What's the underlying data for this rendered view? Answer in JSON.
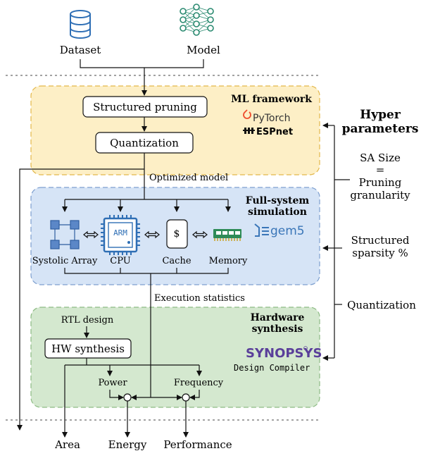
{
  "inputs": {
    "dataset": "Dataset",
    "model": "Model"
  },
  "ml_framework": {
    "title": "ML framework",
    "structured_pruning": "Structured pruning",
    "quantization": "Quantization",
    "pytorch": "PyTorch",
    "espnet": "ESPnet"
  },
  "optimized_model": "Optimized model",
  "fullsystem": {
    "title_line1": "Full-system",
    "title_line2": "simulation",
    "systolic_array": "Systolic Array",
    "cpu": "CPU",
    "cpu_chip": "ARM",
    "cache": "Cache",
    "cache_symbol": "$",
    "memory": "Memory",
    "gem5": "gem5"
  },
  "execution_statistics": "Execution statistics",
  "hardware": {
    "title_line1": "Hardware",
    "title_line2": "synthesis",
    "rtl_design": "RTL design",
    "hw_synthesis": "HW synthesis",
    "power": "Power",
    "frequency": "Frequency",
    "synopsys": "SYNOPSYS",
    "design_compiler": "Design Compiler"
  },
  "outputs": {
    "area": "Area",
    "energy": "Energy",
    "performance": "Performance"
  },
  "hyper": {
    "title_line1": "Hyper",
    "title_line2": "parameters",
    "sa_size": "SA Size",
    "equals": "=",
    "pruning_line1": "Pruning",
    "pruning_line2": "granularity",
    "sparsity_line1": "Structured",
    "sparsity_line2": "sparsity %",
    "quantization": "Quantization"
  },
  "colors": {
    "ml_fill": "#fdefc6",
    "ml_stroke": "#e3b74a",
    "fs_fill": "#d6e4f6",
    "fs_stroke": "#7d9fcf",
    "hw_fill": "#d4e8cf",
    "hw_stroke": "#8dbb84",
    "icon_blue": "#2f6fb5",
    "memory_green": "#2e8b57",
    "pytorch_orange": "#ee4c2c",
    "synopsys_purple": "#5a3f9a",
    "gem5_blue": "#3a76b8"
  }
}
